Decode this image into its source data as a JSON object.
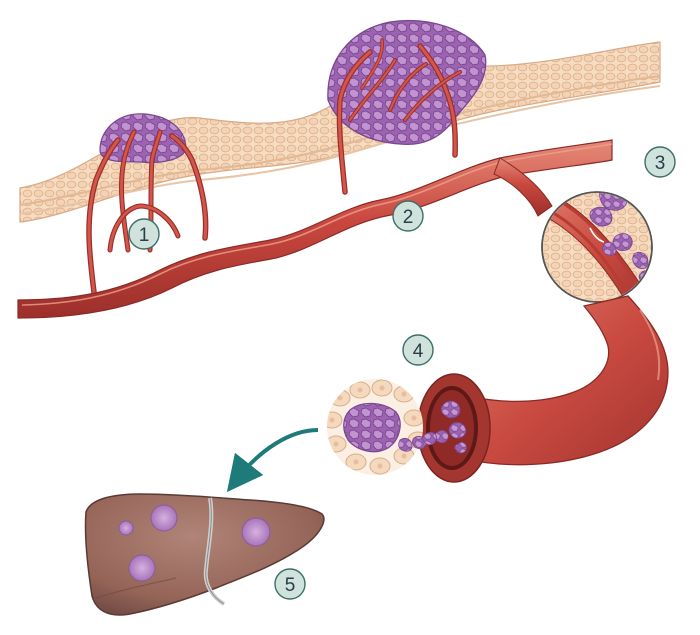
{
  "steps": [
    {
      "label": "1"
    },
    {
      "label": "2"
    },
    {
      "label": "3"
    },
    {
      "label": "4"
    },
    {
      "label": "5"
    }
  ],
  "colors": {
    "tissue_fill": "#f6dcc0",
    "tissue_cell": "#efc9a6",
    "tissue_line": "#d9a986",
    "tumor": "#b27ac4",
    "tumor_dark": "#7f4c95",
    "vessel": "#c9483f",
    "vessel_dark": "#9c2f2b",
    "vessel_light": "#e58a78",
    "liver": "#9a6b60",
    "liver_dark": "#6e4842",
    "badge_fill": "#cfe3dc",
    "badge_stroke": "#3d6e68",
    "arrow": "#1f7a7a"
  }
}
